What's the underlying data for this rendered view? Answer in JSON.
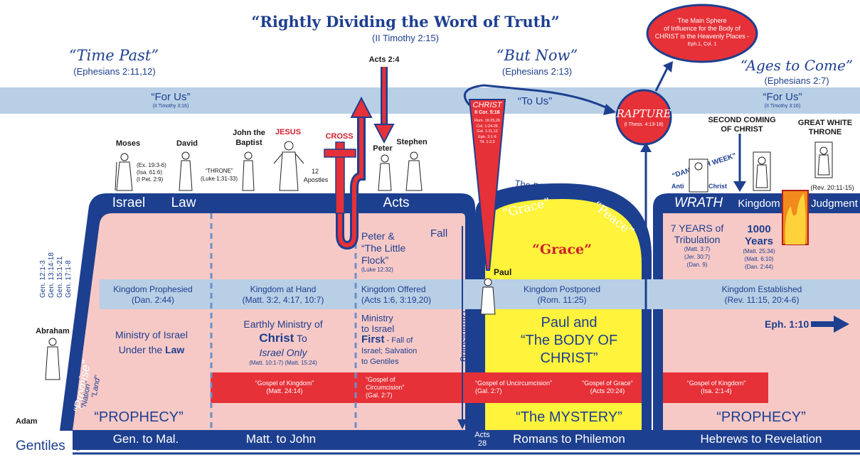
{
  "header": {
    "title": "“Rightly Dividing the  Word of Truth”",
    "title_ref": "(II Timothy  2:15)"
  },
  "eras": {
    "time_past": {
      "title": "“Time Past”",
      "ref": "(Ephesians 2:11,12)"
    },
    "but_now": {
      "title": "“But Now”",
      "ref": "(Ephesians 2:13)"
    },
    "ages_to_come": {
      "title": "“Ages to Come”",
      "ref": "(Ephesians 2:7)"
    }
  },
  "bands": {
    "for_us_left": "“For Us”",
    "for_us_left_ref": "(II Timothy 3:16)",
    "to_us": "“To Us”",
    "for_us_right": "“For Us”",
    "for_us_right_ref": "(II Timothy 3:16)"
  },
  "heavenly_bubble": {
    "line1": "The Main Sphere",
    "line2": "of Influence for the Body of",
    "line3": "CHRIST is the Heavenly Places -",
    "ref": "Eph.1, Col. 1"
  },
  "acts_top": "Acts 2:4",
  "rapture": {
    "label": "RAPTURE",
    "ref": "(I Thess. 4:13-18)"
  },
  "christ_wedge": {
    "title": "CHRIST",
    "ref": "II Cor. 5:16",
    "refs": [
      "Rom. 16:25,26",
      "Col. 1:24-26",
      "Gal. 1:11,12",
      "Eph. 3:1-9",
      "Tit. 1:2,3"
    ]
  },
  "people": {
    "moses": "Moses",
    "moses_refs": [
      "(Ex. 19:3-6)",
      "(Isa. 61:6)",
      "(I Pet. 2:9)"
    ],
    "david": "David",
    "throne": "“THRONE”",
    "throne_ref": "(Luke 1:31-33)",
    "john": "John the",
    "john2": "Baptist",
    "jesus": "JESUS",
    "cross": "CROSS",
    "twelve": "12",
    "apostles": "Apostles",
    "peter": "Peter",
    "stephen": "Stephen",
    "paul": "Paul",
    "abraham": "Abraham",
    "adam": "Adam",
    "gentiles": "Gentiles"
  },
  "right_top": {
    "second_coming": "SECOND COMING",
    "of_christ": "OF CHRIST",
    "great_white": "GREAT WHITE",
    "throne": "THRONE",
    "dan70": "“DAN. 70TH WEEK”",
    "anti": "Anti",
    "christ": "Christ",
    "rev_ref": "(Rev. 20:11-15)"
  },
  "arch_labels": {
    "israel": "Israel",
    "law": "Law",
    "acts": "Acts",
    "dispensation": "The Dispensation of Grace",
    "grace_q": "“Grace”",
    "peace_q": "“Peace”",
    "wrath": "WRATH",
    "kingdom": "Kingdom",
    "judgment": "Judgment"
  },
  "kingdom_band": [
    {
      "title": "Kingdom Prophesied",
      "ref": "(Dan. 2:44)"
    },
    {
      "title": "Kingdom at Hand",
      "ref": "(Matt. 3:2, 4:17, 10:7)"
    },
    {
      "title": "Kingdom Offered",
      "ref": "(Acts 1:6, 3:19,20)"
    },
    {
      "title": "Kingdom Postponed",
      "ref": "(Rom. 11:25)"
    },
    {
      "title": "Kingdom Established",
      "ref": "(Rev. 11:15, 20:4-6)"
    }
  ],
  "sections": {
    "ministry_israel": "Ministry of Israel",
    "under_the": "Under the ",
    "law_word": "Law",
    "earthly": "Earthly Ministry of",
    "christ_word": "Christ",
    "to_word": " To",
    "israel_only": "Israel Only",
    "earthly_ref": "(Matt. 10:1-7) (Matt. 15:24)",
    "peter_flock1": "Peter &",
    "peter_flock2": "“The Little",
    "peter_flock3": "Flock”",
    "peter_flock_ref": "(Luke 12:32)",
    "ministry2": "Ministry",
    "ministry3": "to Israel",
    "first": "First",
    "fall_of": " - Fall of",
    "israel_salv": "Israel; Salvation",
    "to_gentiles": "to Gentiles",
    "fall": "Fall",
    "diminishing": "Diminishing",
    "grace_center": "“Grace”",
    "paul_and": "Paul and",
    "body1": "“The BODY OF",
    "body2": "CHRIST”",
    "mystery": "“The MYSTERY”",
    "seven_years": "7 YEARS of",
    "tribulation": "Tribulation",
    "trib_refs": [
      "(Matt. 3:7)",
      "(Jer. 30:7)",
      "(Dan. 9)"
    ],
    "thousand": "1000",
    "years": "Years",
    "years_refs": [
      "(Matt. 25:34)",
      "(Matt. 6:10)",
      "(Dan. 2:44)"
    ],
    "eph": "Eph. 1:10",
    "prophecy_left": "“PROPHECY”",
    "prophecy_right": "“PROPHECY”",
    "promise": "“Promise”",
    "nation": "“Nation”",
    "land": "“Land”"
  },
  "gospels": [
    {
      "title": "“Gospel of Kingdom”",
      "ref": "(Matt. 24:14)"
    },
    {
      "title": "“Gospel of",
      "title2": "Circumcision”",
      "ref": "(Gal. 2:7)"
    },
    {
      "title": "“Gospel of Uncircumcision”",
      "ref": "(Gal. 2:7)"
    },
    {
      "title": "“Gospel of Grace”",
      "ref": "(Acts 20:24)"
    },
    {
      "title": "“Gospel of Kingdom”",
      "ref": "(Isa. 2:1-4)"
    }
  ],
  "gen_refs": [
    "Gen. 12:1-3",
    "Gen. 13:14-18",
    "Gen. 15:1-21",
    "Gen. 17:1-8"
  ],
  "bottom": {
    "gen_mal": "Gen. to Mal.",
    "matt_john": "Matt. to John",
    "acts": "Acts",
    "acts_num": "28",
    "romans": "Romans to Philemon",
    "hebrews": "Hebrews to Revelation"
  }
}
